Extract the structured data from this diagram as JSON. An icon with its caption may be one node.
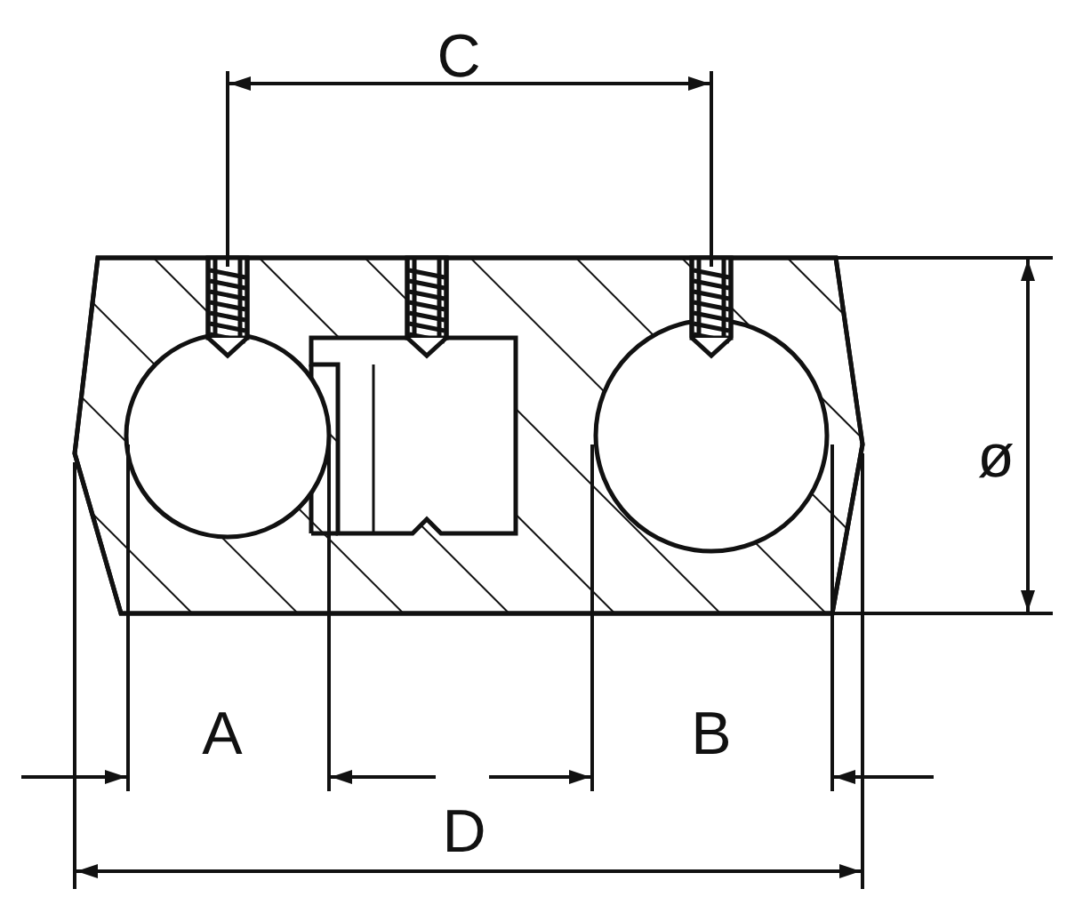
{
  "diagram": {
    "labels": [
      "C",
      "ø",
      "A",
      "B",
      "D"
    ]
  }
}
